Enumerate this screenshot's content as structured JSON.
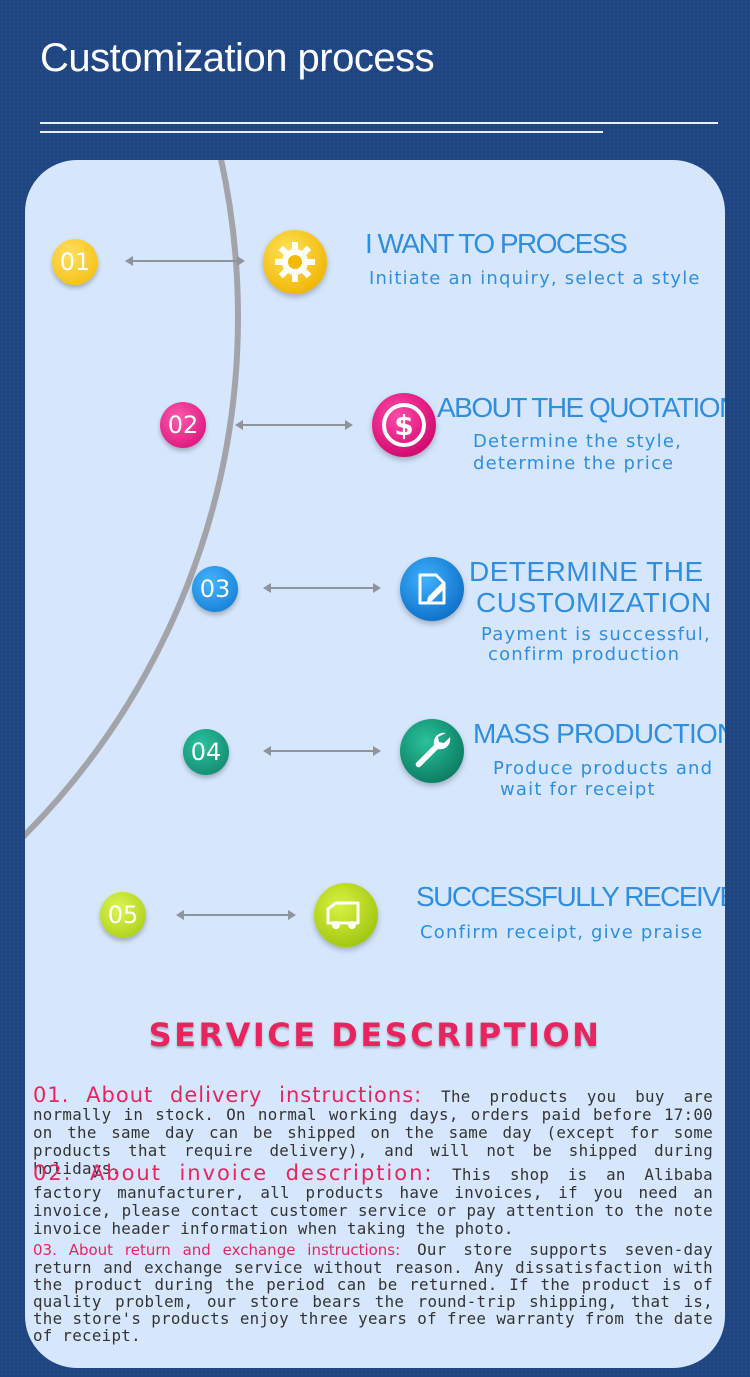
{
  "header": {
    "title": "Customization process"
  },
  "steps": [
    {
      "number": "01",
      "icon": "gear-icon",
      "color": "#f5c518",
      "title": "I WANT TO PROCESS",
      "desc_lines": [
        "Initiate an inquiry, select a style"
      ]
    },
    {
      "number": "02",
      "icon": "dollar-icon",
      "color": "#e0167f",
      "title": "ABOUT THE QUOTATION",
      "desc_lines": [
        "Determine the style,",
        "determine the price"
      ]
    },
    {
      "number": "03",
      "icon": "edit-document-icon",
      "color": "#1e8fe6",
      "title_lines": [
        "DETERMINE THE",
        "CUSTOMIZATION"
      ],
      "desc_lines": [
        "Payment is successful,",
        "confirm production"
      ]
    },
    {
      "number": "04",
      "icon": "wrench-icon",
      "color": "#16957a",
      "title": "MASS PRODUCTION",
      "desc_lines": [
        "Produce products and",
        "wait for receipt"
      ]
    },
    {
      "number": "05",
      "icon": "truck-icon",
      "color": "#b6d81d",
      "title": "SUCCESSFULLY RECEIVED",
      "desc_lines": [
        "Confirm receipt, give praise"
      ]
    }
  ],
  "service": {
    "title": "SERVICE DESCRIPTION",
    "items": [
      {
        "label": "01. About delivery instructions:",
        "text": " The products you buy are normally in stock. On normal working days, orders paid before 17:00 on the same day can be shipped on the same day (except for some products that require delivery), and will not be shipped during holidays."
      },
      {
        "label": "02. About invoice description:",
        "text": " This shop is an Alibaba factory manufacturer, all products have invoices, if you need an invoice, please contact customer service or pay attention to the note invoice header information when taking the photo."
      },
      {
        "label": "03. About return and exchange instructions:",
        "text": " Our store supports seven-day return and exchange service without reason. Any dissatisfaction with the product during the period can be returned. If the product is of quality problem, our store bears the round-trip shipping, that is, the store's products enjoy three years of free warranty from the date of receipt."
      }
    ]
  },
  "colors": {
    "background": "#1f4683",
    "card": "#d6e7fd",
    "accent_text": "#2f8ee0",
    "service_red": "#e8245f"
  }
}
